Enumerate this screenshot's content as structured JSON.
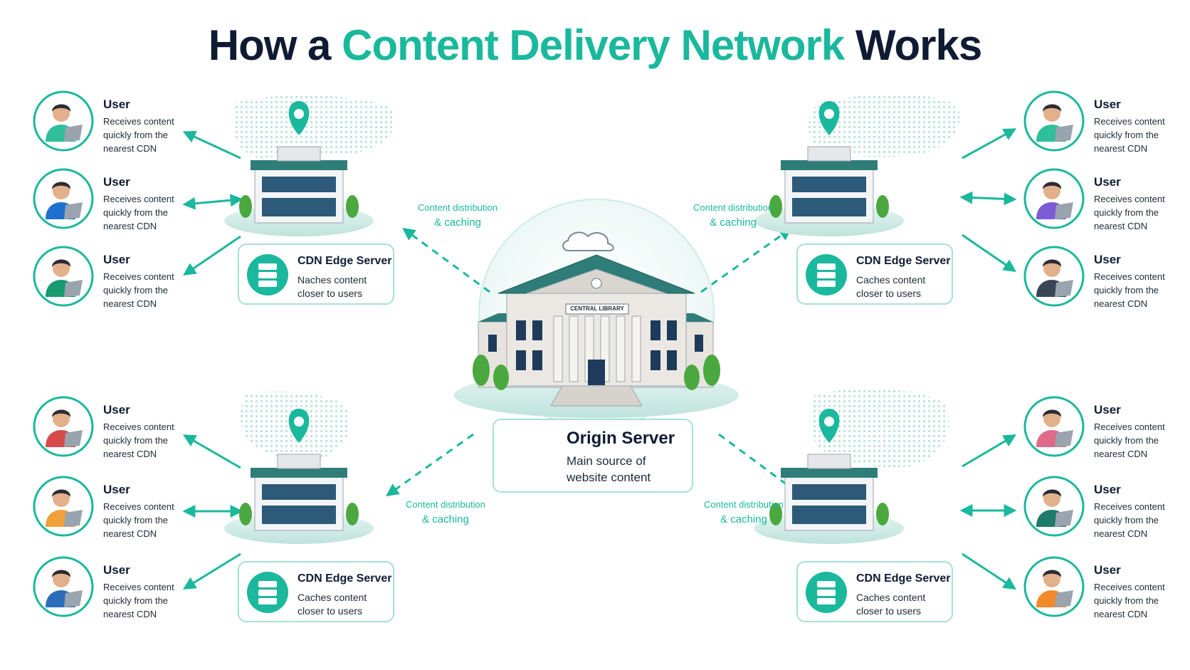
{
  "title": {
    "prefix": "How a",
    "accent": "Content Delivery Network",
    "suffix": "Works"
  },
  "colors": {
    "accent": "#1ab89c",
    "dark": "#0f1b33",
    "card_border": "#a8e0d4"
  },
  "user_label": "User",
  "user_desc": "Receives content quickly from the nearest CDN",
  "edge_title": "CDN Edge Server",
  "edge_desc_top_left": "Naches content closer to users",
  "edge_desc": "Caches content closer to users",
  "distribution": {
    "line1": "Content distribution",
    "line2": "& caching"
  },
  "origin": {
    "title": "Origin Server",
    "desc": "Main source of website content",
    "library_sign": "CENTRAL LIBRARY",
    "icon": "server-rack-icon"
  },
  "icons": {
    "user": "user-laptop-icon",
    "edge": "server-stack-icon",
    "location": "map-pin-icon",
    "cloud": "cloud-icon"
  }
}
